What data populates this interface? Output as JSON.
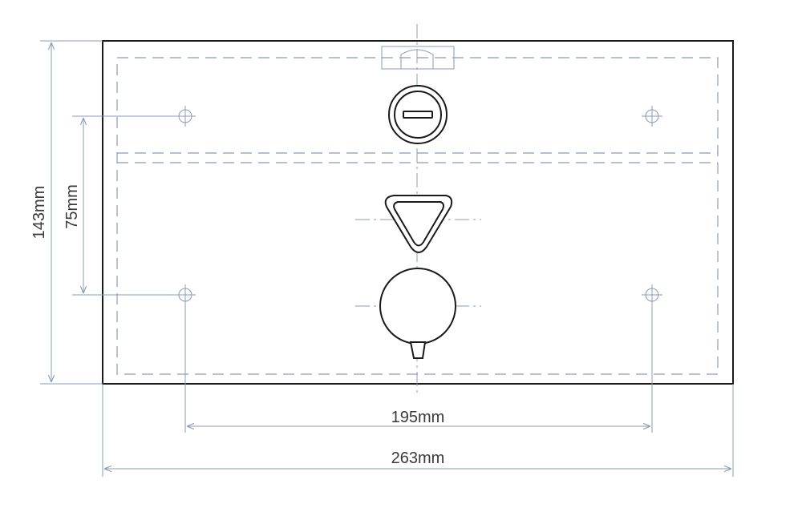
{
  "dimensions": {
    "height": "143mm",
    "hole_vertical": "75mm",
    "hole_horizontal": "195mm",
    "width": "263mm"
  },
  "colors": {
    "outline": "#1a1a1a",
    "dimension_lines": "#8a9bb8",
    "text": "#3a3a3a"
  }
}
